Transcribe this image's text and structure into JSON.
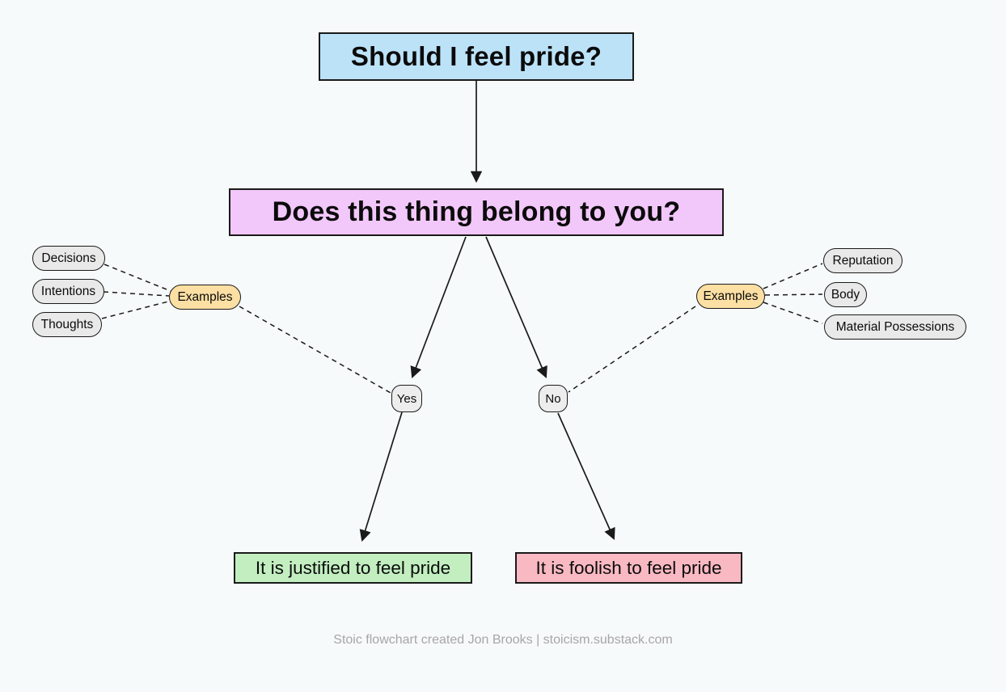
{
  "page": {
    "background": "#f7fafa",
    "line_color": "#1a1a1a",
    "border_color": "#1a1a1a"
  },
  "flowchart": {
    "title_node": {
      "label": "Should I feel pride?",
      "fill": "#bce2f8"
    },
    "question_node": {
      "label": "Does this thing belong to you?",
      "fill": "#f2c7fa"
    },
    "left_examples": {
      "label": "Examples",
      "fill": "#fbdfa3",
      "items": [
        {
          "label": "Decisions"
        },
        {
          "label": "Intentions"
        },
        {
          "label": "Thoughts"
        }
      ]
    },
    "right_examples": {
      "label": "Examples",
      "fill": "#fbdfa3",
      "items": [
        {
          "label": "Reputation"
        },
        {
          "label": "Body"
        },
        {
          "label": "Material Possessions"
        }
      ]
    },
    "example_pill_fill": "#e9e9e9",
    "yes_node": {
      "label": "Yes",
      "fill": "#ededed"
    },
    "no_node": {
      "label": "No",
      "fill": "#ededed"
    },
    "justified_node": {
      "label": "It is justified to feel pride",
      "fill": "#c2eec0"
    },
    "foolish_node": {
      "label": "It is foolish to feel pride",
      "fill": "#f9b9c2"
    },
    "footer": {
      "label": "Stoic flowchart created Jon Brooks | stoicism.substack.com",
      "color": "#a6a6a6"
    }
  }
}
